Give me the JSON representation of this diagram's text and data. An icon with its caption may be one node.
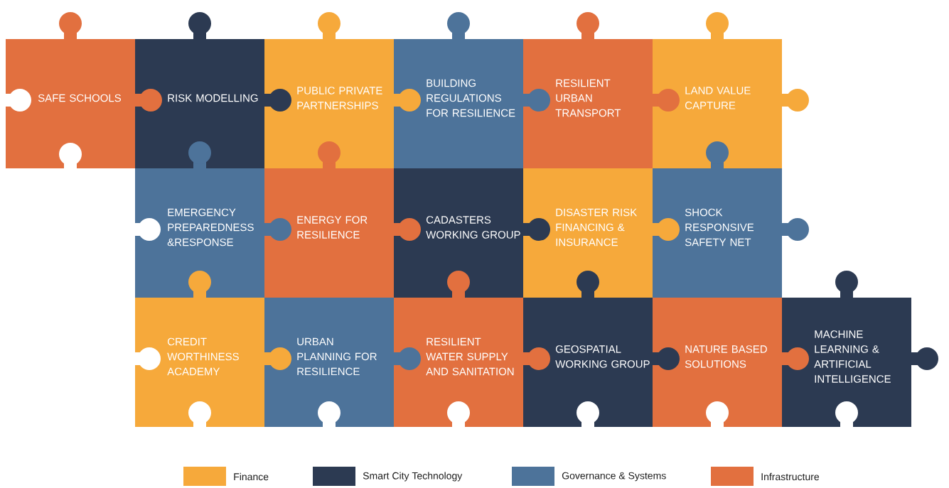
{
  "diagram": {
    "nodes": [
      {
        "text": [
          "SAFE SCHOOLS"
        ]
      },
      {
        "text": [
          "RISK MODELLING"
        ]
      },
      {
        "text": [
          "PUBLIC PRIVATE PARTNERSHIPS"
        ]
      },
      {
        "text": [
          "BUILDING REGULATIONS FOR RESILIENCE"
        ]
      },
      {
        "text": [
          "RESILIENT URBAN TRANSPORT"
        ]
      },
      {
        "text": [
          "LAND VALUE CAPTURE"
        ]
      },
      {
        "text": [
          "EMERGENCY PREPAREDNESS &RESPONSE"
        ]
      },
      {
        "text": [
          "ENERGY FOR RESILIENCE"
        ]
      },
      {
        "text": [
          "CADASTERS WORKING GROUP"
        ]
      },
      {
        "text": [
          "DISASTER RISK FINANCING & INSURANCE"
        ]
      },
      {
        "text": [
          "SHOCK RESPONSIVE SAFETY NET"
        ]
      },
      {
        "text": [
          "CREDIT WORTHINESS ACADEMY"
        ]
      },
      {
        "text": [
          "URBAN PLANNING FOR RESILIENCE"
        ]
      },
      {
        "text": [
          "RESILIENT WATER SUPPLY AND SANITATION"
        ]
      },
      {
        "text": [
          "GEOSPATIAL WORKING GROUP"
        ]
      },
      {
        "text": [
          "NATURE BASED SOLUTIONS"
        ]
      },
      {
        "text": [
          "MACHINE LEARNING & ARTIFICIAL INTELLIGENCE"
        ]
      }
    ],
    "legend": [
      {
        "text": "Finance",
        "color": "#f6a93b"
      },
      {
        "text": "Smart City Technology",
        "color": "#2c3a52"
      },
      {
        "text": "Governance & Systems",
        "color": "#4d739a"
      },
      {
        "text": "Infrastructure",
        "color": "#e2703f"
      }
    ]
  }
}
